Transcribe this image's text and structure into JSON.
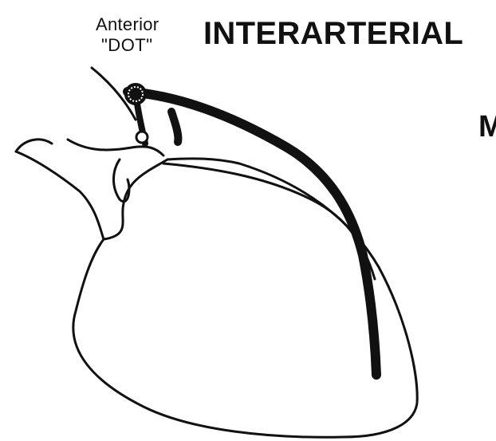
{
  "labels": {
    "anterior": "Anterior",
    "dot": "\"DOT\"",
    "title": "INTERARTERIAL",
    "partial_right": "M"
  },
  "colors": {
    "ink": "#111111",
    "background": "#ffffff"
  }
}
